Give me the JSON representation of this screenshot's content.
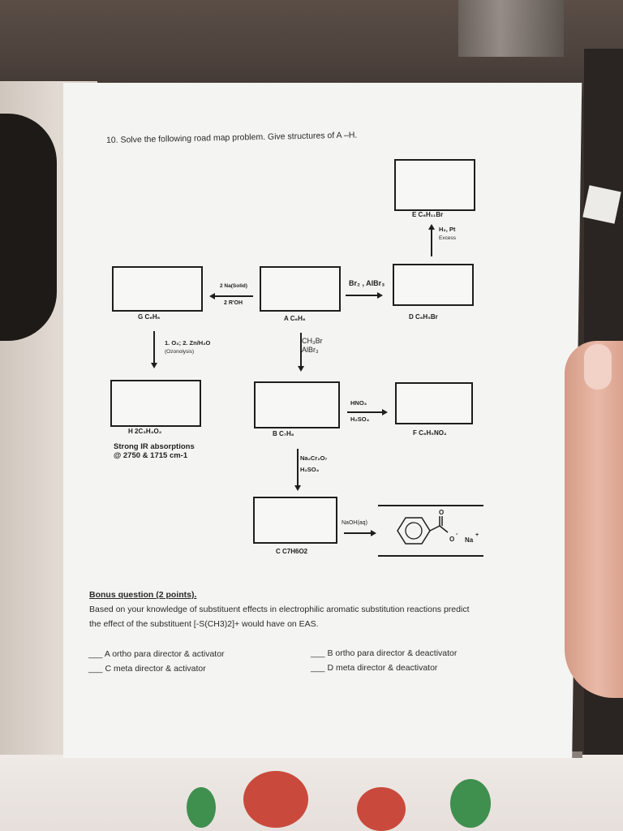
{
  "question": {
    "title": "10. Solve the following road map problem. Give structures of A –H."
  },
  "boxes": {
    "a": {
      "label": "A C₆H₆"
    },
    "b": {
      "label": "B C₇H₈"
    },
    "c": {
      "label": "C C7H6O2"
    },
    "d": {
      "label": "D C₆H₅Br"
    },
    "e": {
      "label": "E C₆H₁₁Br"
    },
    "f": {
      "label": "F C₆H₅NO₂"
    },
    "g": {
      "label": "G C₆H₆"
    },
    "h": {
      "label": "H 2C₃H₄O₂"
    }
  },
  "reagents": {
    "a_to_g_top": "2 Na(Solid)",
    "a_to_g_bottom": "2 R'OH",
    "a_to_d": "Br₂ , AlBr₃",
    "d_to_e_line1": "H₂, Pt",
    "d_to_e_line2": "Excess",
    "a_to_b_line1": "CH₃Br",
    "a_to_b_line2": "AlBr₃",
    "b_to_f_line1": "HNO₃",
    "b_to_f_line2": "H₂SO₄",
    "b_to_c_line1": "Na₂Cr₂O₇",
    "b_to_c_line2": "H₂SO₄",
    "g_to_h_line1": "1. O₃; 2. Zn/H₂O",
    "g_to_h_line2": "(Ozonolysis)",
    "c_to_product": "NaOH(aq)"
  },
  "notes": {
    "h_line1": "Strong IR absorptions",
    "h_line2": "@ 2750 & 1715 cm-1"
  },
  "product": {
    "oxygen_top": "O",
    "oxygen_bottom": "O",
    "minus": "-",
    "sodium": "Na",
    "plus": "+"
  },
  "bonus": {
    "title": "Bonus question (2 points).",
    "line1": "Based on your knowledge of substituent effects in electrophilic aromatic substitution reactions predict",
    "line2": "the effect of the substituent  [-S(CH3)2]+ would have on EAS.",
    "options": [
      {
        "blank": "___",
        "text": "A  ortho para director & activator"
      },
      {
        "blank": "___",
        "text": "B  ortho para director & deactivator"
      },
      {
        "blank": "___",
        "text": "C  meta director & activator"
      },
      {
        "blank": "___",
        "text": "D meta director & deactivator"
      }
    ]
  }
}
